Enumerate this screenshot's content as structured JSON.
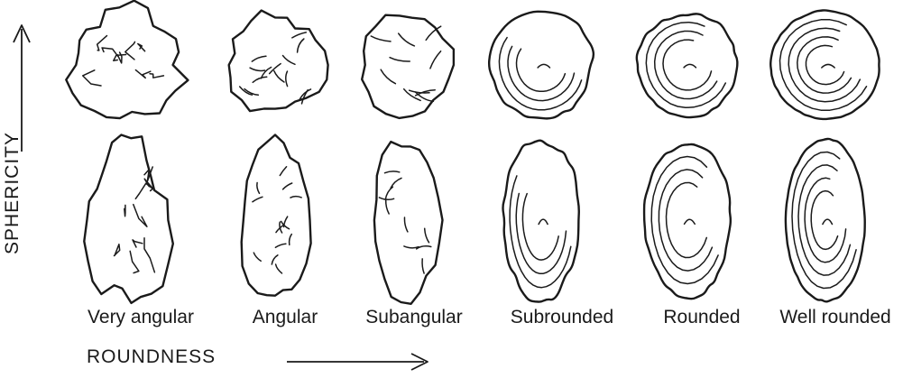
{
  "figure": {
    "x_axis_label": "ROUNDNESS",
    "y_axis_label": "SPHERICITY",
    "roundness_classes": [
      "Very angular",
      "Angular",
      "Subangular",
      "Subrounded",
      "Rounded",
      "Well rounded"
    ],
    "sphericity_rows": [
      {
        "name": "high",
        "arrangement": "top row"
      },
      {
        "name": "low",
        "arrangement": "bottom row"
      }
    ],
    "line_color": "#1a1a1a",
    "background": "#ffffff"
  }
}
